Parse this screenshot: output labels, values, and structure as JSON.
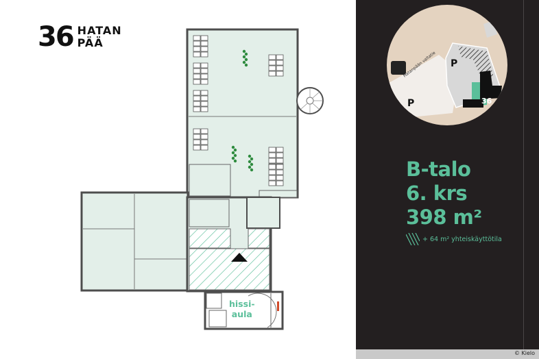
{
  "logo": {
    "number": "36",
    "line1": "HATAN",
    "line2": "PÄÄ"
  },
  "info": {
    "building": "B-talo",
    "floor": "6. krs",
    "area": "398 m²",
    "legend_text": "+ 64 m² yhteiskäyttötila"
  },
  "plan": {
    "lobby_label_1": "hissi-",
    "lobby_label_2": "aula"
  },
  "map": {
    "road_label": "Hatanpään valtatie",
    "parking_label": "P",
    "building_label": "36"
  },
  "footer": {
    "credit": "© Kielo"
  },
  "colors": {
    "accent": "#5bbf9a",
    "panel": "#231f20",
    "room_fill": "#e3efe9",
    "map_bg": "#e4d3c0",
    "wall": "#4d4d4d"
  }
}
